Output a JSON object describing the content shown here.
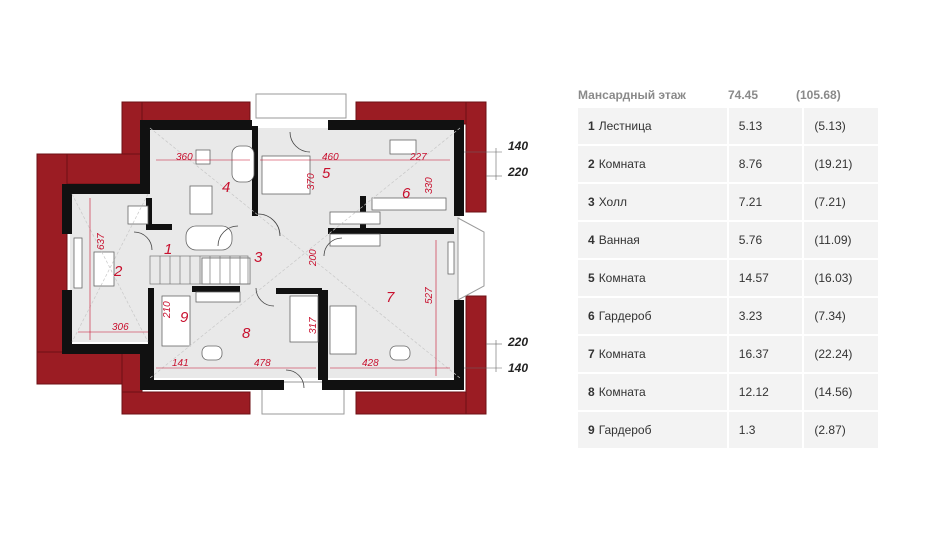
{
  "plan": {
    "rooms": [
      {
        "num": "1"
      },
      {
        "num": "2"
      },
      {
        "num": "3"
      },
      {
        "num": "4"
      },
      {
        "num": "5"
      },
      {
        "num": "6"
      },
      {
        "num": "7"
      },
      {
        "num": "8"
      },
      {
        "num": "9"
      }
    ],
    "dims": [
      "360",
      "460",
      "227",
      "370",
      "330",
      "637",
      "306",
      "210",
      "200",
      "317",
      "527",
      "141",
      "478",
      "428"
    ],
    "ext_dims": [
      "140",
      "220",
      "220",
      "140"
    ]
  },
  "table": {
    "header": {
      "name": "Мансардный этаж",
      "area": "74.45",
      "total": "(105.68)"
    },
    "rows": [
      {
        "num": "1",
        "name": "Лестница",
        "area": "5.13",
        "total": "(5.13)"
      },
      {
        "num": "2",
        "name": "Комната",
        "area": "8.76",
        "total": "(19.21)"
      },
      {
        "num": "3",
        "name": "Холл",
        "area": "7.21",
        "total": "(7.21)"
      },
      {
        "num": "4",
        "name": "Ванная",
        "area": "5.76",
        "total": "(11.09)"
      },
      {
        "num": "5",
        "name": "Комната",
        "area": "14.57",
        "total": "(16.03)"
      },
      {
        "num": "6",
        "name": "Гардероб",
        "area": "3.23",
        "total": "(7.34)"
      },
      {
        "num": "7",
        "name": "Комната",
        "area": "16.37",
        "total": "(22.24)"
      },
      {
        "num": "8",
        "name": "Комната",
        "area": "12.12",
        "total": "(14.56)"
      },
      {
        "num": "9",
        "name": "Гардероб",
        "area": "1.3",
        "total": "(2.87)"
      }
    ]
  },
  "colors": {
    "roof": "#9b1c23",
    "wall": "#111111",
    "floor": "#e8e8e8",
    "accent": "#c8102e"
  }
}
